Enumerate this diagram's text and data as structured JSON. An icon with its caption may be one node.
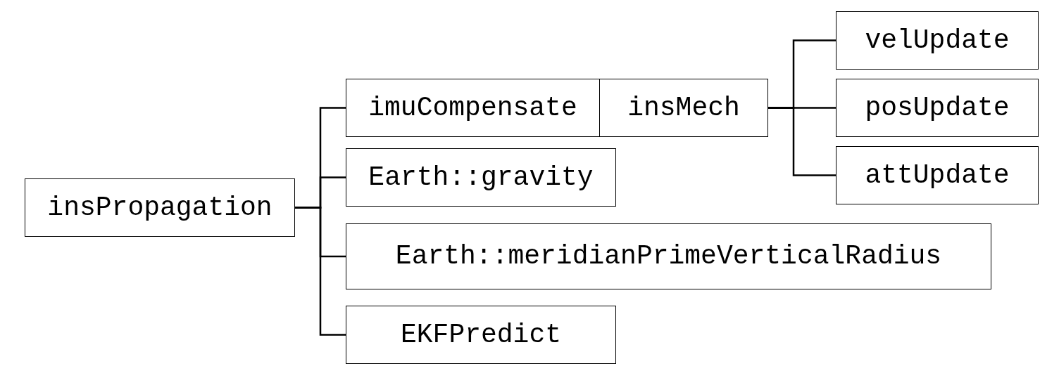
{
  "diagram": {
    "nodes": [
      {
        "text": [
          "insPropagation"
        ]
      },
      {
        "text": [
          "imuCompensate"
        ]
      },
      {
        "text": [
          "insMech"
        ]
      },
      {
        "text": [
          "velUpdate"
        ]
      },
      {
        "text": [
          "posUpdate"
        ]
      },
      {
        "text": [
          "attUpdate"
        ]
      },
      {
        "text": [
          "Earth::gravity"
        ]
      },
      {
        "text": [
          "Earth::meridianPrimeVerticalRadius"
        ]
      },
      {
        "text": [
          "EKFPredict"
        ]
      }
    ],
    "edges": [
      {
        "from": 0,
        "to": 1,
        "arrow": "none"
      },
      {
        "from": 0,
        "to": 6,
        "arrow": "none"
      },
      {
        "from": 0,
        "to": 7,
        "arrow": "none"
      },
      {
        "from": 0,
        "to": 8,
        "arrow": "none"
      },
      {
        "from": 2,
        "to": 3,
        "arrow": "none"
      },
      {
        "from": 2,
        "to": 4,
        "arrow": "none"
      },
      {
        "from": 2,
        "to": 5,
        "arrow": "none"
      }
    ]
  }
}
